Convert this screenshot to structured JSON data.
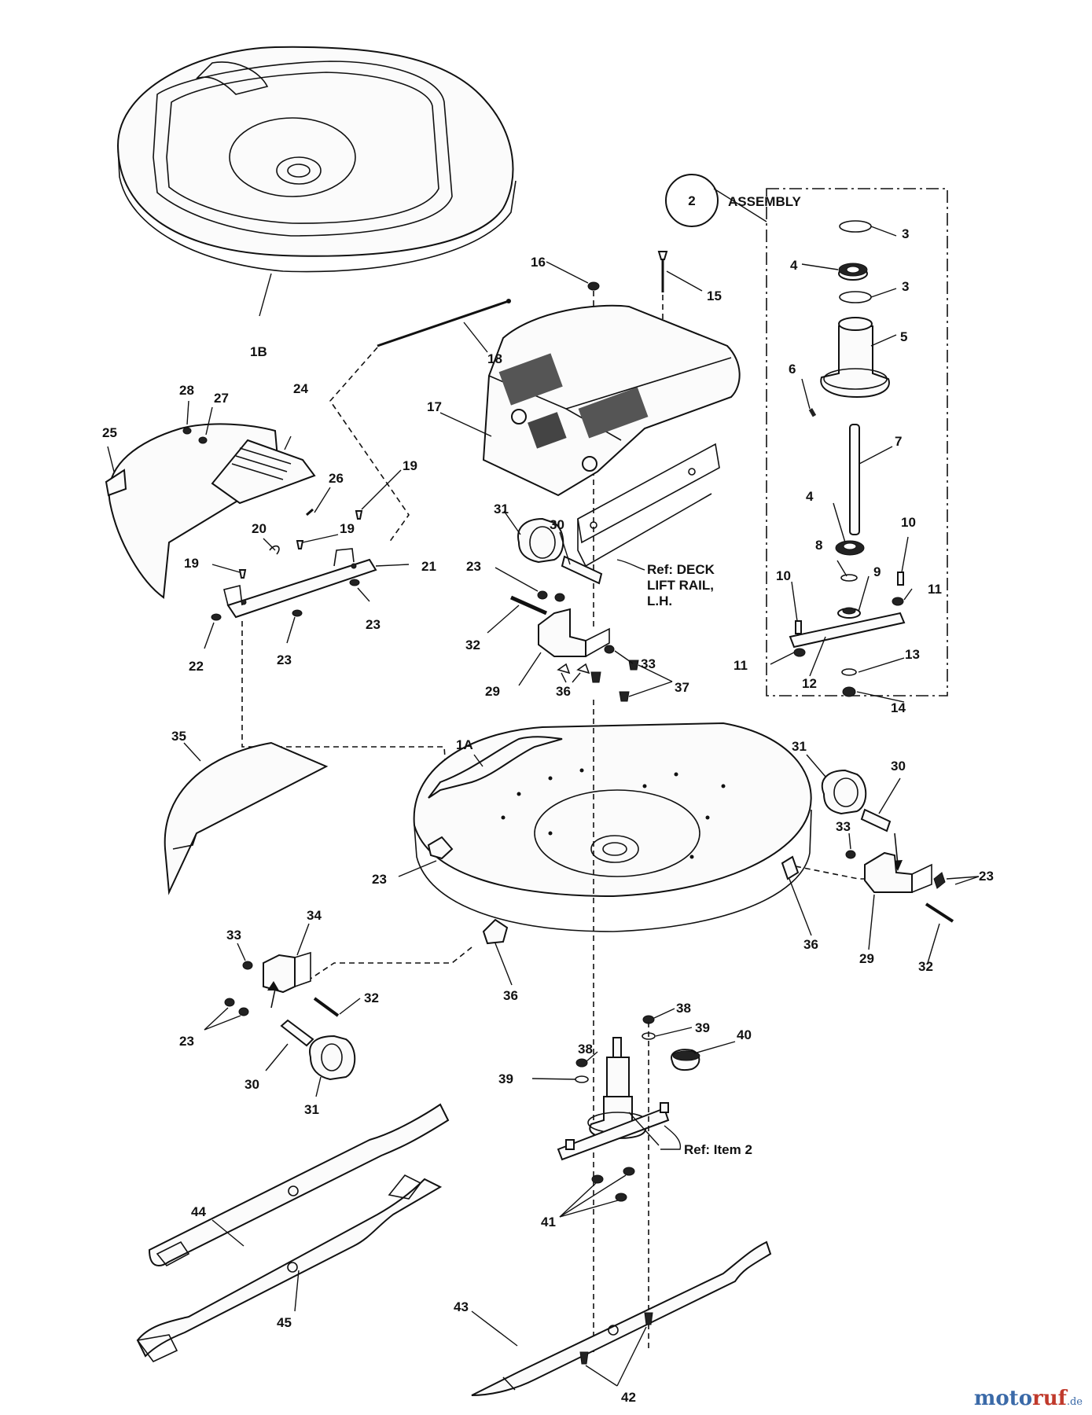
{
  "callouts": {
    "assembly_number": "2",
    "assembly_text": "ASSEMBLY",
    "ref_deck_rail": [
      "Ref: DECK",
      "LIFT RAIL,",
      "L.H."
    ],
    "ref_item2": "Ref: Item 2"
  },
  "labels": [
    {
      "id": "1B",
      "text": "1B"
    },
    {
      "id": "1A",
      "text": "1A"
    },
    {
      "id": "3a",
      "text": "3"
    },
    {
      "id": "3b",
      "text": "3"
    },
    {
      "id": "4a",
      "text": "4"
    },
    {
      "id": "4b",
      "text": "4"
    },
    {
      "id": "5",
      "text": "5"
    },
    {
      "id": "6",
      "text": "6"
    },
    {
      "id": "7",
      "text": "7"
    },
    {
      "id": "8",
      "text": "8"
    },
    {
      "id": "9",
      "text": "9"
    },
    {
      "id": "10a",
      "text": "10"
    },
    {
      "id": "10b",
      "text": "10"
    },
    {
      "id": "11a",
      "text": "11"
    },
    {
      "id": "11b",
      "text": "11"
    },
    {
      "id": "12",
      "text": "12"
    },
    {
      "id": "13",
      "text": "13"
    },
    {
      "id": "14",
      "text": "14"
    },
    {
      "id": "15",
      "text": "15"
    },
    {
      "id": "16",
      "text": "16"
    },
    {
      "id": "17",
      "text": "17"
    },
    {
      "id": "18",
      "text": "18"
    },
    {
      "id": "19a",
      "text": "19"
    },
    {
      "id": "19b",
      "text": "19"
    },
    {
      "id": "19c",
      "text": "19"
    },
    {
      "id": "20",
      "text": "20"
    },
    {
      "id": "21",
      "text": "21"
    },
    {
      "id": "22",
      "text": "22"
    },
    {
      "id": "23a",
      "text": "23"
    },
    {
      "id": "23b",
      "text": "23"
    },
    {
      "id": "23c",
      "text": "23"
    },
    {
      "id": "23d",
      "text": "23"
    },
    {
      "id": "23e",
      "text": "23"
    },
    {
      "id": "23f",
      "text": "23"
    },
    {
      "id": "24",
      "text": "24"
    },
    {
      "id": "25",
      "text": "25"
    },
    {
      "id": "26",
      "text": "26"
    },
    {
      "id": "27",
      "text": "27"
    },
    {
      "id": "28",
      "text": "28"
    },
    {
      "id": "29a",
      "text": "29"
    },
    {
      "id": "29b",
      "text": "29"
    },
    {
      "id": "30a",
      "text": "30"
    },
    {
      "id": "30b",
      "text": "30"
    },
    {
      "id": "30c",
      "text": "30"
    },
    {
      "id": "31a",
      "text": "31"
    },
    {
      "id": "31b",
      "text": "31"
    },
    {
      "id": "31c",
      "text": "31"
    },
    {
      "id": "32a",
      "text": "32"
    },
    {
      "id": "32b",
      "text": "32"
    },
    {
      "id": "32c",
      "text": "32"
    },
    {
      "id": "33a",
      "text": "33"
    },
    {
      "id": "33b",
      "text": "33"
    },
    {
      "id": "33c",
      "text": "33"
    },
    {
      "id": "34",
      "text": "34"
    },
    {
      "id": "35",
      "text": "35"
    },
    {
      "id": "36a",
      "text": "36"
    },
    {
      "id": "36b",
      "text": "36"
    },
    {
      "id": "36c",
      "text": "36"
    },
    {
      "id": "37",
      "text": "37"
    },
    {
      "id": "38a",
      "text": "38"
    },
    {
      "id": "38b",
      "text": "38"
    },
    {
      "id": "39a",
      "text": "39"
    },
    {
      "id": "39b",
      "text": "39"
    },
    {
      "id": "40",
      "text": "40"
    },
    {
      "id": "41",
      "text": "41"
    },
    {
      "id": "42",
      "text": "42"
    },
    {
      "id": "43",
      "text": "43"
    },
    {
      "id": "44",
      "text": "44"
    },
    {
      "id": "45",
      "text": "45"
    }
  ],
  "watermark": {
    "part1": "moto",
    "part2": "ruf",
    "part3": ".de"
  }
}
